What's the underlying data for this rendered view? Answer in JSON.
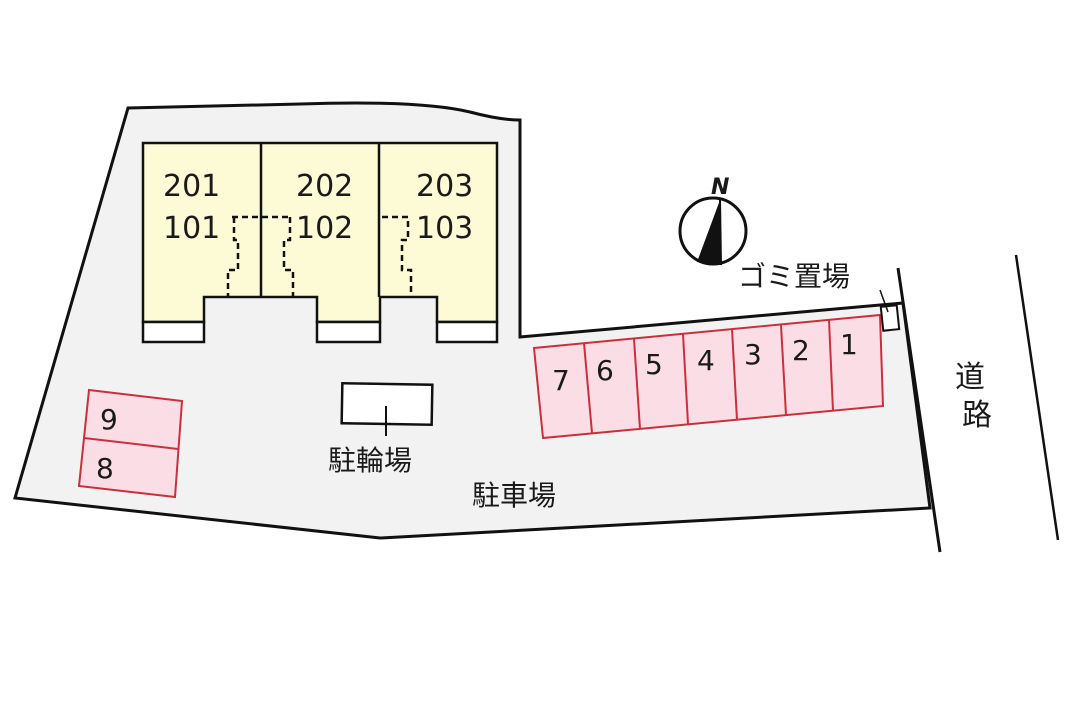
{
  "map": {
    "colors": {
      "lot_fill": "#f2f2f2",
      "building_fill": "#fdfbd6",
      "parking_fill": "#fbdde5",
      "parking_stroke": "#c9303e",
      "line": "#111111"
    },
    "units": {
      "top": [
        "201",
        "202",
        "203"
      ],
      "bottom": [
        "101",
        "102",
        "103"
      ]
    },
    "parking_main": [
      "7",
      "6",
      "5",
      "4",
      "3",
      "2",
      "1"
    ],
    "parking_west": [
      "9",
      "8"
    ],
    "labels": {
      "bicycle_parking": "駐輪場",
      "car_parking": "駐車場",
      "garbage": "ゴミ置場",
      "road_1": "道",
      "road_2": "路",
      "north": "N"
    },
    "icons": {
      "compass": "north-arrow-icon"
    }
  }
}
